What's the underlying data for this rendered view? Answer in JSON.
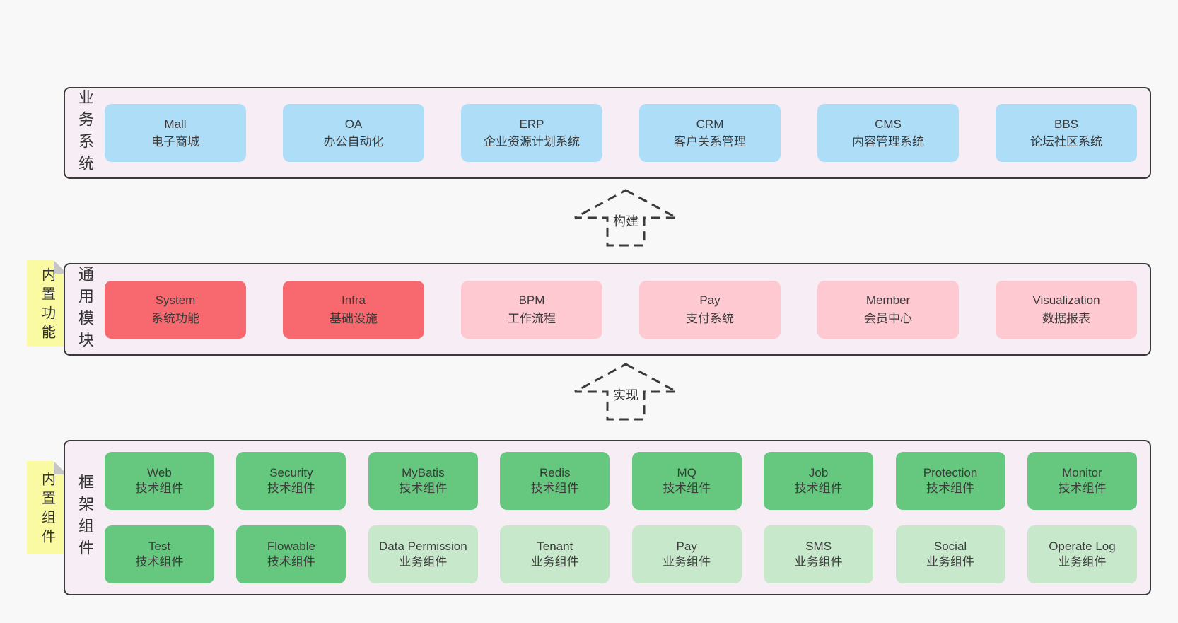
{
  "colors": {
    "page_bg": "#f8f8f8",
    "panel_bg": "#f7edf5",
    "panel_border": "#3a3a3a",
    "blue": "#aeddf8",
    "red": "#f7696e",
    "pink": "#ffc9d2",
    "green": "#66c77e",
    "lightgreen": "#c8e8cc",
    "sticky_yellow": "#fafaa3",
    "sticky_fold_gray": "#c6c6c6"
  },
  "arrows": {
    "build": {
      "label": "构建"
    },
    "implement": {
      "label": "实现"
    }
  },
  "sections": {
    "business": {
      "label": "业务系统",
      "boxes": [
        {
          "title": "Mall",
          "subtitle": "电子商城",
          "variant": "blue"
        },
        {
          "title": "OA",
          "subtitle": "办公自动化",
          "variant": "blue"
        },
        {
          "title": "ERP",
          "subtitle": "企业资源计划系统",
          "variant": "blue"
        },
        {
          "title": "CRM",
          "subtitle": "客户关系管理",
          "variant": "blue"
        },
        {
          "title": "CMS",
          "subtitle": "内容管理系统",
          "variant": "blue"
        },
        {
          "title": "BBS",
          "subtitle": "论坛社区系统",
          "variant": "blue"
        }
      ]
    },
    "modules": {
      "label": "通用模块",
      "sticky": "内置功能",
      "boxes": [
        {
          "title": "System",
          "subtitle": "系统功能",
          "variant": "red"
        },
        {
          "title": "Infra",
          "subtitle": "基础设施",
          "variant": "red"
        },
        {
          "title": "BPM",
          "subtitle": "工作流程",
          "variant": "pink"
        },
        {
          "title": "Pay",
          "subtitle": "支付系统",
          "variant": "pink"
        },
        {
          "title": "Member",
          "subtitle": "会员中心",
          "variant": "pink"
        },
        {
          "title": "Visualization",
          "subtitle": "数据报表",
          "variant": "pink"
        }
      ]
    },
    "components": {
      "label": "框架组件",
      "sticky": "内置组件",
      "row1": [
        {
          "title": "Web",
          "subtitle": "技术组件",
          "variant": "green"
        },
        {
          "title": "Security",
          "subtitle": "技术组件",
          "variant": "green"
        },
        {
          "title": "MyBatis",
          "subtitle": "技术组件",
          "variant": "green"
        },
        {
          "title": "Redis",
          "subtitle": "技术组件",
          "variant": "green"
        },
        {
          "title": "MQ",
          "subtitle": "技术组件",
          "variant": "green"
        },
        {
          "title": "Job",
          "subtitle": "技术组件",
          "variant": "green"
        },
        {
          "title": "Protection",
          "subtitle": "技术组件",
          "variant": "green"
        },
        {
          "title": "Monitor",
          "subtitle": "技术组件",
          "variant": "green"
        }
      ],
      "row2": [
        {
          "title": "Test",
          "subtitle": "技术组件",
          "variant": "green"
        },
        {
          "title": "Flowable",
          "subtitle": "技术组件",
          "variant": "green"
        },
        {
          "title": "Data Permission",
          "subtitle": "业务组件",
          "variant": "lightgreen"
        },
        {
          "title": "Tenant",
          "subtitle": "业务组件",
          "variant": "lightgreen"
        },
        {
          "title": "Pay",
          "subtitle": "业务组件",
          "variant": "lightgreen"
        },
        {
          "title": "SMS",
          "subtitle": "业务组件",
          "variant": "lightgreen"
        },
        {
          "title": "Social",
          "subtitle": "业务组件",
          "variant": "lightgreen"
        },
        {
          "title": "Operate Log",
          "subtitle": "业务组件",
          "variant": "lightgreen"
        }
      ]
    }
  }
}
